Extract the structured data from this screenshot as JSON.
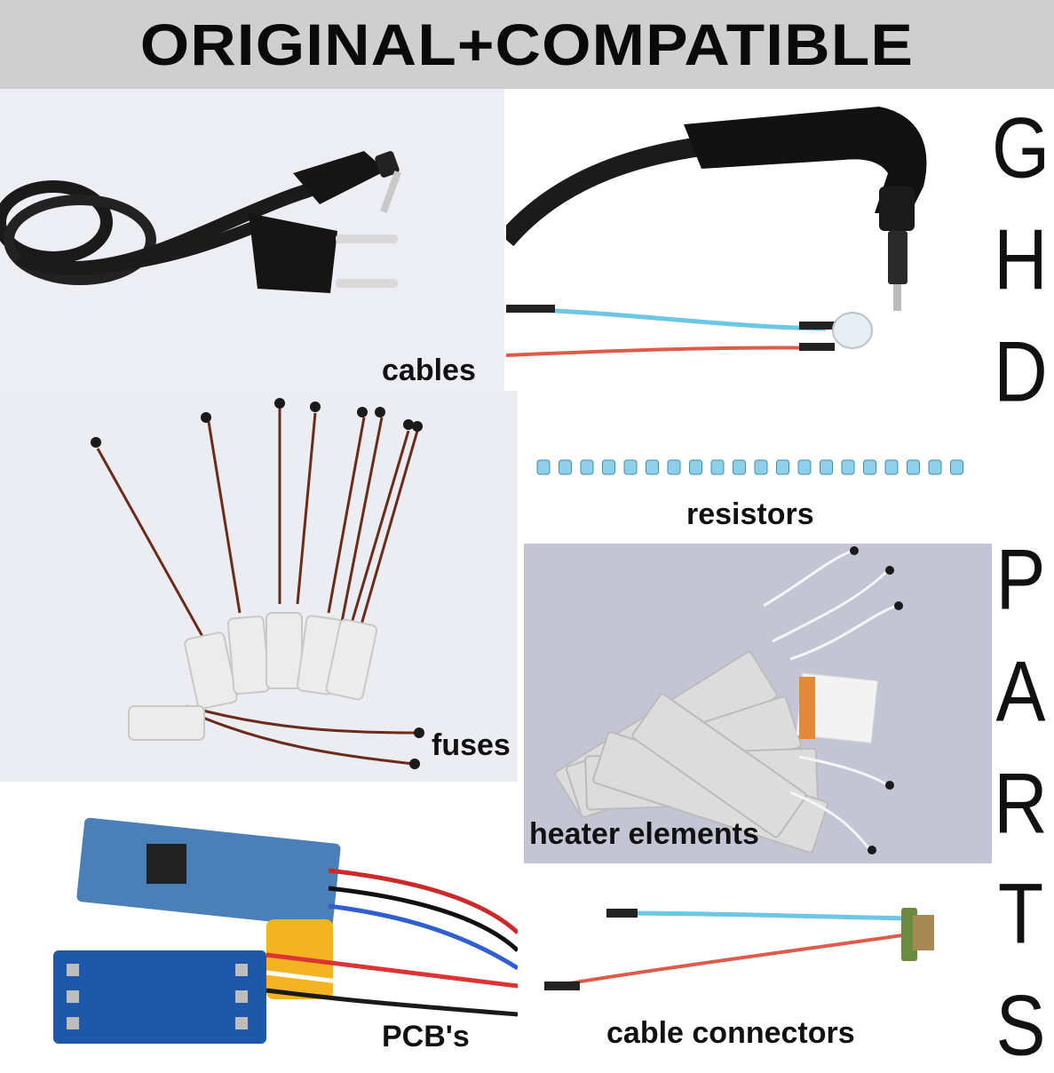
{
  "banner": {
    "title": "ORIGINAL+COMPATIBLE"
  },
  "side_text": {
    "letters": [
      "G",
      "H",
      "D",
      "P",
      "A",
      "R",
      "T",
      "S"
    ]
  },
  "panels": {
    "cables": {
      "label": "cables"
    },
    "cable_detail": {
      "label": ""
    },
    "fuses": {
      "label": "fuses"
    },
    "resistors": {
      "label": "resistors"
    },
    "heater": {
      "label": "heater elements"
    },
    "pcb": {
      "label": "PCB's"
    },
    "connectors": {
      "label": "cable connectors"
    }
  },
  "colors": {
    "banner_bg": "#cfcfcf",
    "wire_blue": "#6cc6e6",
    "wire_red": "#e05a4a",
    "wire_brown": "#6b2b1a",
    "pcb_blue": "#1e58a8",
    "ceramic": "#ececec"
  }
}
